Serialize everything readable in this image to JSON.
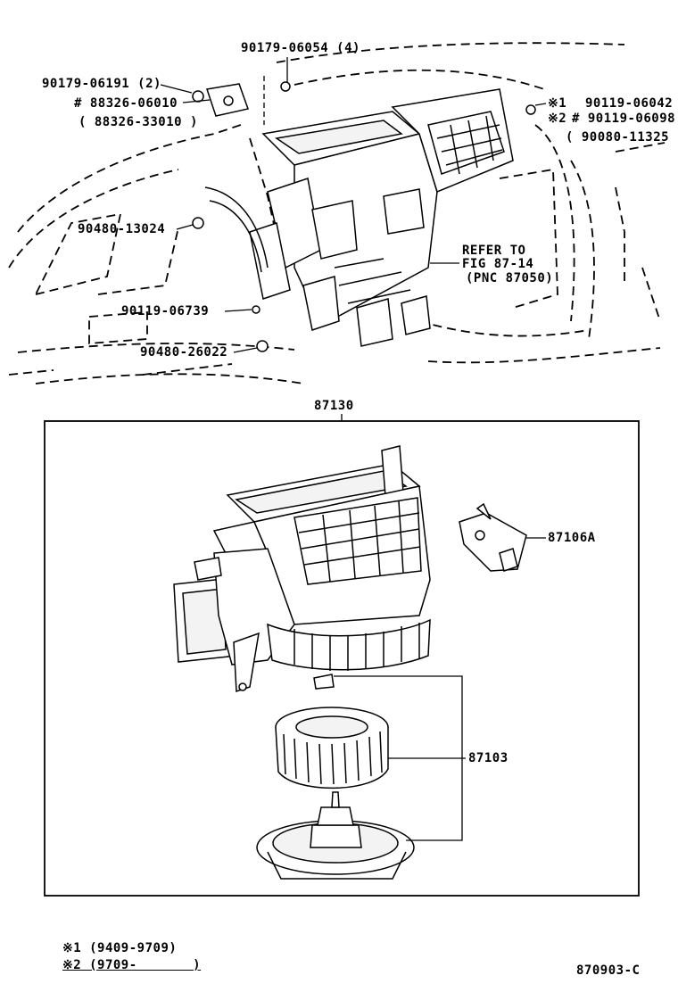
{
  "top_labels": {
    "part_90179_06054": "90179-06054 (4)",
    "part_90179_06191": "90179-06191 (2)",
    "part_88326_06010": "# 88326-06010",
    "part_88326_33010": "( 88326-33010 )",
    "part_90480_13024": "90480-13024",
    "part_90119_06739": "90119-06739",
    "part_90480_26022": "90480-26022",
    "mark1": "※1",
    "mark2": "※2",
    "part_90119_06042": "90119-06042",
    "part_90119_06098": "# 90119-06098",
    "part_90080_11325": "( 90080-11325 )",
    "refer_line1": "REFER TO",
    "refer_line2": "FIG 87-14",
    "refer_line3": "(PNC 87050)"
  },
  "assembly_label": "87130",
  "inner_labels": {
    "part_87106A": "87106A",
    "part_87103": "87103"
  },
  "footnotes": {
    "note1": "※1 (9409-9709)",
    "note2": "※2 (9709-       )"
  },
  "figure_code": "870903-C"
}
